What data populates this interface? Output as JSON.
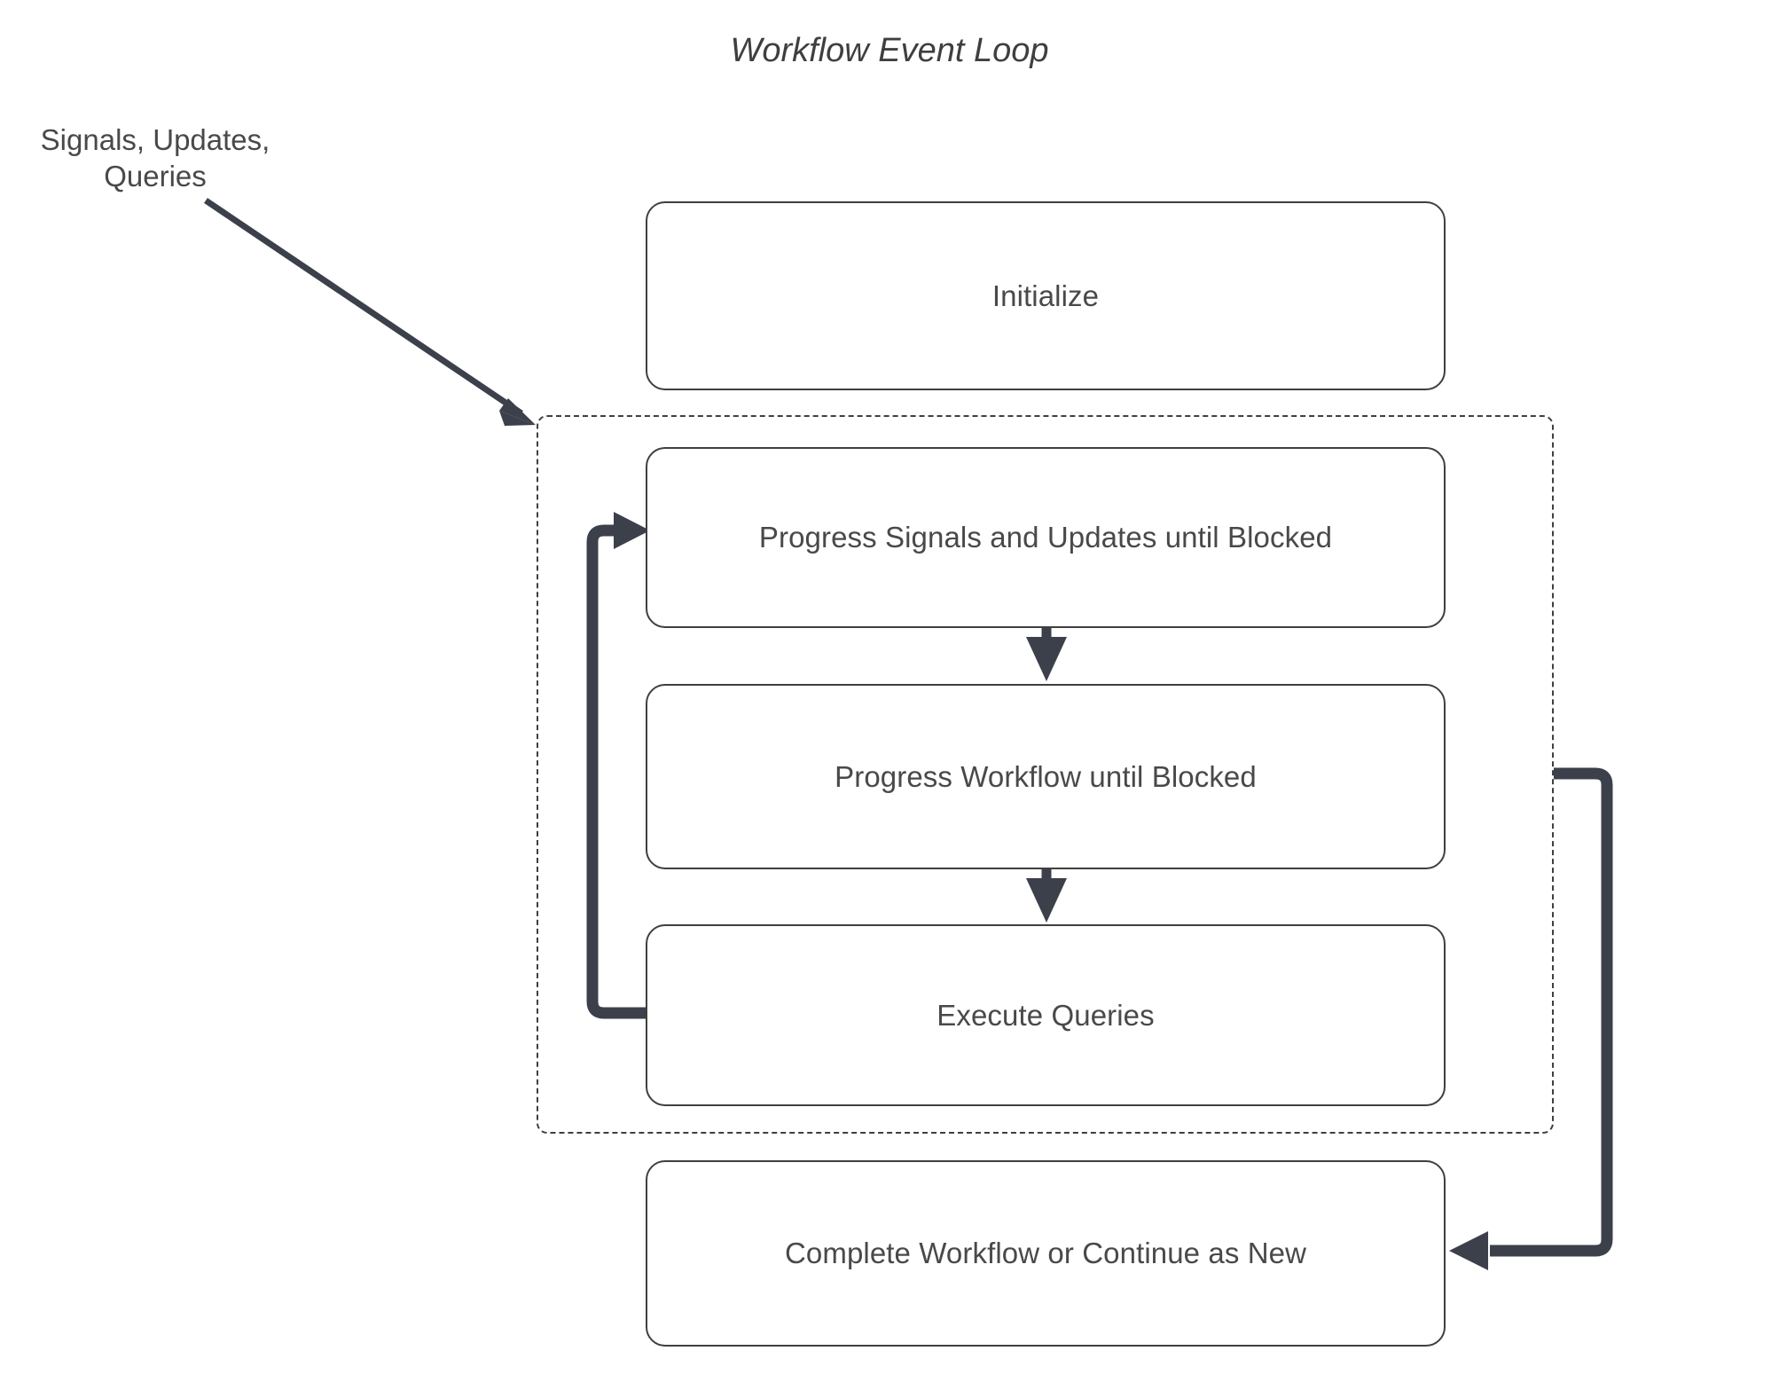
{
  "diagram": {
    "title": "Workflow Event Loop",
    "type": "flowchart",
    "colors": {
      "edge": "#3b404b",
      "node_border": "#3f3f3f",
      "node_fill": "#ffffff",
      "text": "#494949",
      "title_text": "#3f3f3f",
      "background": "#ffffff"
    },
    "external_label": {
      "line1": "Signals, Updates,",
      "line2": "Queries"
    },
    "nodes": [
      {
        "id": "initialize",
        "label": "Initialize"
      },
      {
        "id": "progress-signals",
        "label": "Progress Signals and Updates until Blocked"
      },
      {
        "id": "progress-workflow",
        "label": "Progress Workflow until Blocked"
      },
      {
        "id": "execute-queries",
        "label": "Execute Queries"
      },
      {
        "id": "complete-workflow",
        "label": "Complete Workflow or Continue as New"
      }
    ],
    "group": {
      "id": "event-loop-group",
      "style": "dashed",
      "members": [
        "progress-signals",
        "progress-workflow",
        "execute-queries"
      ]
    },
    "edges": [
      {
        "from": "external-input",
        "to": "event-loop-group",
        "style": "solid-arrow"
      },
      {
        "from": "progress-signals",
        "to": "progress-workflow",
        "style": "solid-arrow"
      },
      {
        "from": "progress-workflow",
        "to": "execute-queries",
        "style": "solid-arrow"
      },
      {
        "from": "execute-queries",
        "to": "progress-signals",
        "style": "loop-back-arrow"
      },
      {
        "from": "event-loop-group",
        "to": "complete-workflow",
        "style": "solid-arrow"
      }
    ]
  }
}
